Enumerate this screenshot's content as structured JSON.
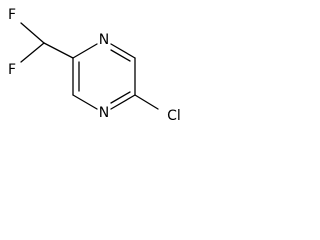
{
  "molecule": {
    "atoms": {
      "f_top": "F",
      "f_bottom": "F",
      "n_top": "N",
      "n_bottom": "N",
      "cl": "Cl"
    },
    "colors": {
      "bond": "#000000",
      "label": "#000000",
      "background": "#ffffff"
    }
  }
}
